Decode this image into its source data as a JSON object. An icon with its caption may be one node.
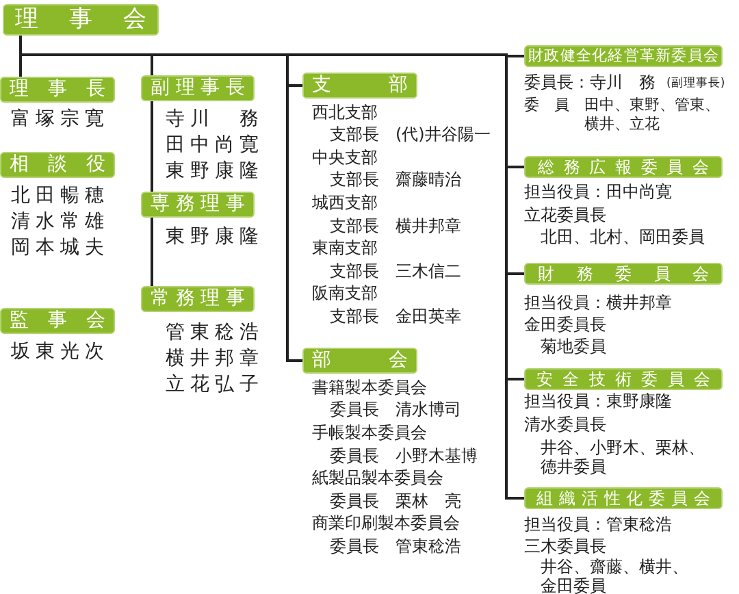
{
  "diagram": {
    "nodes": [
      {
        "text": [
          "理事会"
        ]
      },
      {
        "text": [
          "理事長"
        ],
        "beside": [
          "富塚宗寛"
        ]
      },
      {
        "text": [
          "相談役"
        ],
        "beside": [
          "北田暢穂",
          "清水常雄",
          "岡本城夫"
        ]
      },
      {
        "text": [
          "監事会"
        ],
        "beside": [
          "坂東光次"
        ]
      },
      {
        "text": [
          "副理事長"
        ],
        "beside": [
          "寺川　務",
          "田中尚寛",
          "東野康隆"
        ]
      },
      {
        "text": [
          "専務理事"
        ],
        "beside": [
          "東野康隆"
        ]
      },
      {
        "text": [
          "常務理事"
        ],
        "beside": [
          "管東稔浩",
          "横井邦章",
          "立花弘子"
        ]
      },
      {
        "text": [
          "支部"
        ],
        "beside": [
          "西北支部",
          "支部長　(代)井谷陽一",
          "中央支部",
          "支部長　齋藤晴治",
          "城西支部",
          "支部長　横井邦章",
          "東南支部",
          "支部長　三木信二",
          "阪南支部",
          "支部長　金田英幸"
        ]
      },
      {
        "text": [
          "部会"
        ],
        "beside": [
          "書籍製本委員会",
          "委員長　清水博司",
          "手帳製本委員会",
          "委員長　小野木基博",
          "紙製品製本委員会",
          "委員長　栗林　亮",
          "商業印刷製本委員会",
          "委員長　管東稔浩"
        ]
      },
      {
        "text": [
          "財政健全化経営革新委員会"
        ],
        "beside": [
          "委員長：寺川　務",
          "(副理事長)",
          "委　員　田中、東野、管東、横井、立花"
        ]
      },
      {
        "text": [
          "総務広報委員会"
        ],
        "beside": [
          "担当役員：田中尚寛",
          "立花委員長",
          "北田、北村、岡田委員"
        ]
      },
      {
        "text": [
          "財務委員会"
        ],
        "beside": [
          "担当役員：横井邦章",
          "金田委員長",
          "菊地委員"
        ]
      },
      {
        "text": [
          "安全技術委員会"
        ],
        "beside": [
          "担当役員：東野康隆",
          "清水委員長",
          "井谷、小野木、栗林、徳井委員"
        ]
      },
      {
        "text": [
          "組織活性化委員会"
        ],
        "beside": [
          "担当役員：管東稔浩",
          "三木委員長",
          "井谷、齋藤、横井、金田委員"
        ]
      }
    ],
    "edges": [
      {
        "from": 0,
        "to": 1,
        "arrow": "none"
      },
      {
        "from": 0,
        "to": 4,
        "arrow": "none"
      },
      {
        "from": 4,
        "to": 5,
        "arrow": "none"
      },
      {
        "from": 5,
        "to": 6,
        "arrow": "none"
      },
      {
        "from": 0,
        "to": 7,
        "arrow": "none"
      },
      {
        "from": 0,
        "to": 8,
        "arrow": "none"
      },
      {
        "from": 0,
        "to": 9,
        "arrow": "none"
      },
      {
        "from": 0,
        "to": 10,
        "arrow": "none"
      },
      {
        "from": 0,
        "to": 11,
        "arrow": "none"
      },
      {
        "from": 0,
        "to": 12,
        "arrow": "none"
      },
      {
        "from": 0,
        "to": 13,
        "arrow": "none"
      }
    ]
  }
}
